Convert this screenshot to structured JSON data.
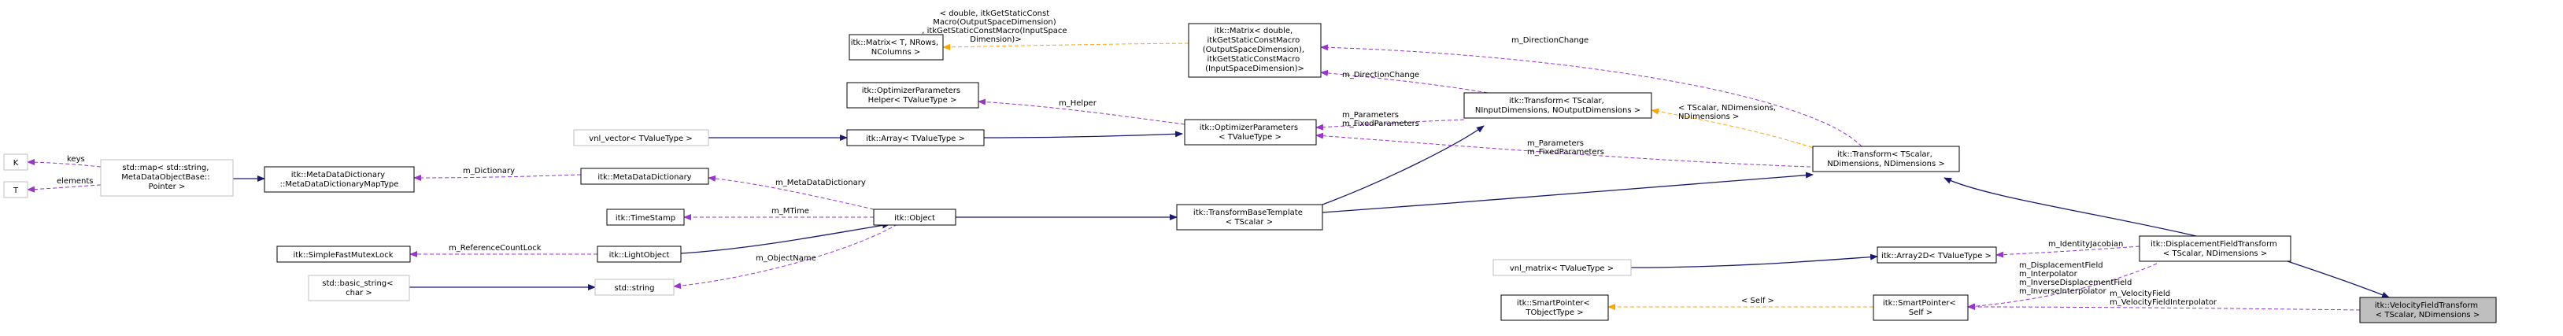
{
  "nodes": {
    "K": [
      "K"
    ],
    "T": [
      "T"
    ],
    "std_map": [
      "std::map< std::string,",
      "MetaDataObjectBase::",
      "Pointer >"
    ],
    "mdd_map_type": [
      "itk::MetaDataDictionary",
      "::MetaDataDictionaryMapType"
    ],
    "mdd": [
      "itk::MetaDataDictionary"
    ],
    "timestamp": [
      "itk::TimeStamp"
    ],
    "mutex": [
      "itk::SimpleFastMutexLock"
    ],
    "lightobject": [
      "itk::LightObject"
    ],
    "basic_string": [
      "std::basic_string<",
      "char >"
    ],
    "std_string": [
      "std::string"
    ],
    "object": [
      "itk::Object"
    ],
    "vnl_vector": [
      "vnl_vector< TValueType >"
    ],
    "array": [
      "itk::Array< TValueType >"
    ],
    "opt_helper": [
      "itk::OptimizerParameters",
      "Helper< TValueType >"
    ],
    "matrix_t": [
      "itk::Matrix< T, NRows,",
      "NColumns >"
    ],
    "opt_params": [
      "itk::OptimizerParameters",
      "< TValueType >"
    ],
    "tbt": [
      "itk::TransformBaseTemplate",
      "< TScalar >"
    ],
    "matrix_d": [
      "itk::Matrix< double,",
      "itkGetStaticConstMacro",
      "(OutputSpaceDimension),",
      "itkGetStaticConstMacro",
      "(InputSpaceDimension)>"
    ],
    "transform_full": [
      "itk::Transform< TScalar,",
      "NInputDimensions, NOutputDimensions >"
    ],
    "transform": [
      "itk::Transform< TScalar,",
      "NDimensions, NDimensions >"
    ],
    "vnl_matrix": [
      "vnl_matrix< TValueType >"
    ],
    "array2d": [
      "itk::Array2D< TValueType >"
    ],
    "sp_tobject": [
      "itk::SmartPointer<",
      "TObjectType >"
    ],
    "sp_self": [
      "itk::SmartPointer<",
      "Self >"
    ],
    "dft": [
      "itk::DisplacementFieldTransform",
      "< TScalar, NDimensions >"
    ],
    "vft": [
      "itk::VelocityFieldTransform",
      "< TScalar, NDimensions >"
    ]
  },
  "edge_labels": {
    "keys": [
      "keys"
    ],
    "elements": [
      "elements"
    ],
    "m_dictionary": [
      "m_Dictionary"
    ],
    "m_metadatadictionary": [
      "m_MetaDataDictionary"
    ],
    "m_mtime": [
      "m_MTime"
    ],
    "m_referencecountlock": [
      "m_ReferenceCountLock"
    ],
    "m_objectname": [
      "m_ObjectName"
    ],
    "m_helper": [
      "m_Helper"
    ],
    "matrix_template": [
      "< double, itkGetStaticConst",
      "Macro(OutputSpaceDimension)",
      ", itkGetStaticConstMacro(InputSpace",
      "Dimension)>"
    ],
    "m_directionchange_top": [
      "m_DirectionChange"
    ],
    "m_directionchange_mid": [
      "m_DirectionChange"
    ],
    "m_params_upper": [
      "m_Parameters",
      "m_FixedParameters"
    ],
    "m_params_lower": [
      "m_Parameters",
      "m_FixedParameters"
    ],
    "transform_template": [
      "< TScalar, NDimensions,",
      "NDimensions >"
    ],
    "m_identityjacobian": [
      "m_IdentityJacobian"
    ],
    "dft_members": [
      "m_DisplacementField",
      "m_Interpolator",
      "m_InverseDisplacementField",
      "m_InverseInterpolator"
    ],
    "self_template": [
      "< Self >"
    ],
    "vft_members": [
      "m_VelocityField",
      "m_VelocityFieldInterpolator"
    ]
  }
}
